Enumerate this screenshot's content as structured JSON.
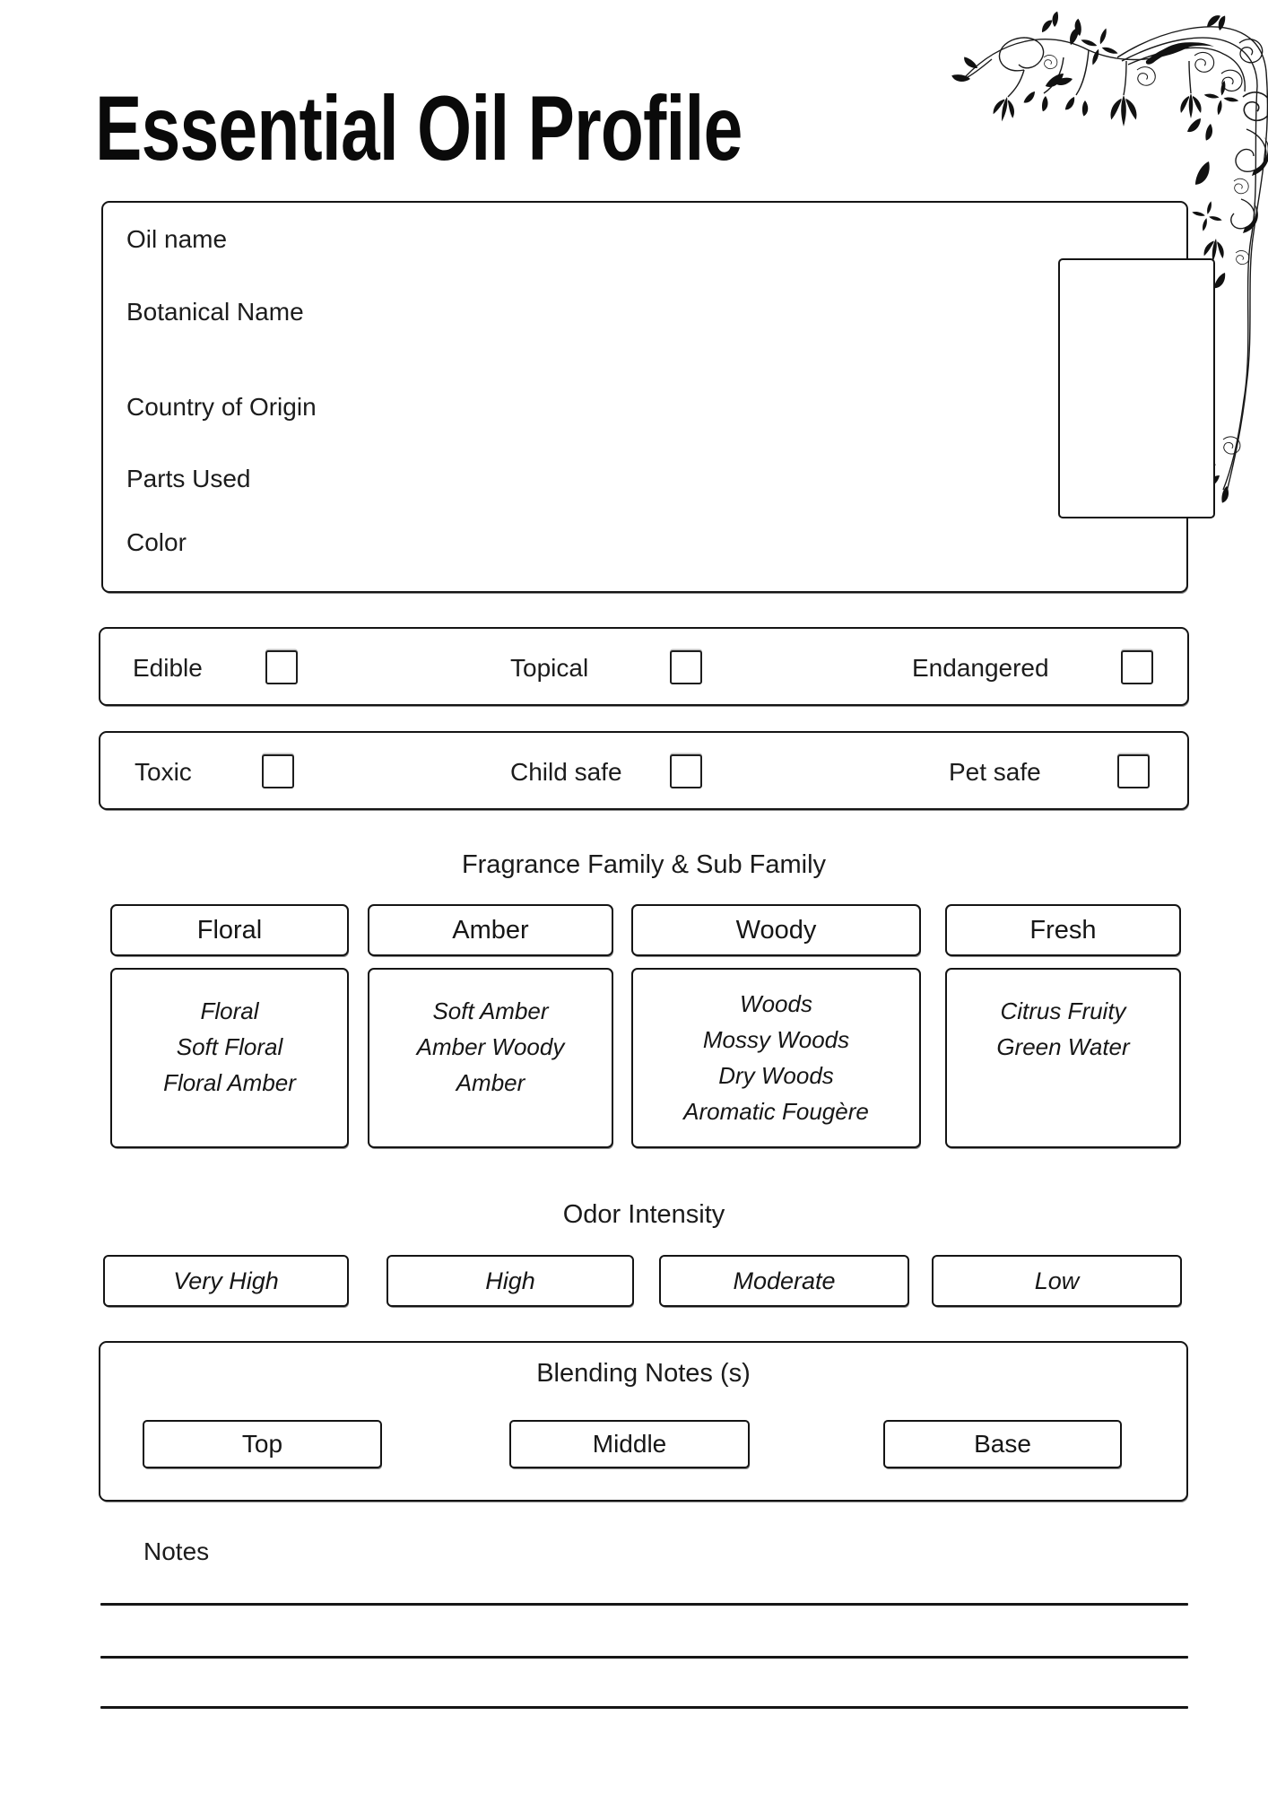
{
  "title": "Essential Oil Profile",
  "profile_fields": [
    "Oil name",
    "Botanical Name",
    "Country of Origin",
    "Parts Used",
    "Color"
  ],
  "safety": {
    "row1": [
      {
        "label": "Edible"
      },
      {
        "label": "Topical"
      },
      {
        "label": "Endangered"
      }
    ],
    "row2": [
      {
        "label": "Toxic"
      },
      {
        "label": "Child safe"
      },
      {
        "label": "Pet safe"
      }
    ]
  },
  "fragrance": {
    "heading": "Fragrance Family & Sub Family",
    "families": [
      {
        "name": "Floral",
        "subs": [
          "Floral",
          "Soft Floral",
          "Floral Amber"
        ]
      },
      {
        "name": "Amber",
        "subs": [
          "Soft Amber",
          "Amber Woody",
          "Amber"
        ]
      },
      {
        "name": "Woody",
        "subs": [
          "Woods",
          "Mossy Woods",
          "Dry Woods",
          "Aromatic Fougère"
        ]
      },
      {
        "name": "Fresh",
        "subs": [
          "Citrus Fruity",
          "Green Water"
        ]
      }
    ]
  },
  "odor": {
    "heading": "Odor Intensity",
    "levels": [
      "Very High",
      "High",
      "Moderate",
      "Low"
    ]
  },
  "blending": {
    "heading": "Blending Notes (s)",
    "positions": [
      "Top",
      "Middle",
      "Base"
    ]
  },
  "notes": {
    "label": "Notes"
  },
  "colors": {
    "ink": "#1b1b1b",
    "border": "#141414",
    "background": "#ffffff"
  }
}
